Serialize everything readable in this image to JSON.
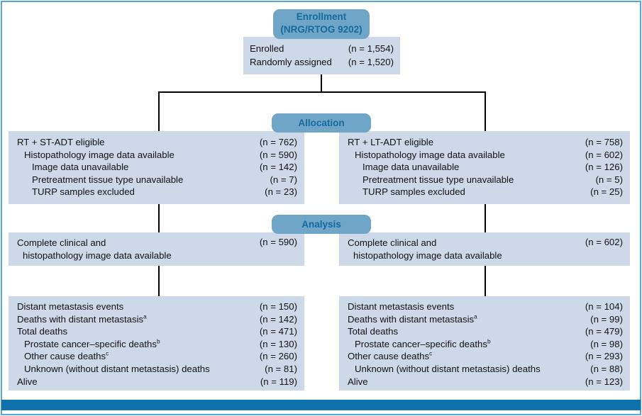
{
  "colors": {
    "header_fill": "#6FA6C7",
    "header_text": "#156A9E",
    "box_fill": "#CDD9E8",
    "body_text": "#111111",
    "connector_line": "#000000",
    "bottom_bar": "#0F72AD",
    "frame_border": "#55A8DB"
  },
  "enrollment": {
    "header_line1": "Enrollment",
    "header_line2": "(NRG/RTOG 9202)",
    "rows": [
      {
        "label": "Enrolled",
        "value": "(n = 1,554)"
      },
      {
        "label": "Randomly assigned",
        "value": "(n = 1,520)"
      }
    ]
  },
  "allocation": {
    "header": "Allocation",
    "left": {
      "rows": [
        {
          "label": "RT + ST-ADT eligible",
          "value": "(n = 762)"
        },
        {
          "label": "Histopathology image data available",
          "value": "(n = 590)"
        },
        {
          "label": "Image data unavailable",
          "value": "(n = 142)"
        },
        {
          "label": "Pretreatment tissue type unavailable",
          "value": "(n = 7)"
        },
        {
          "label": "TURP samples excluded",
          "value": "(n = 23)"
        }
      ]
    },
    "right": {
      "rows": [
        {
          "label": "RT + LT-ADT eligible",
          "value": "(n = 758)"
        },
        {
          "label": "Histopathology image data available",
          "value": "(n = 602)"
        },
        {
          "label": "Image data unavailable",
          "value": "(n = 126)"
        },
        {
          "label": "Pretreatment tissue type unavailable",
          "value": "(n = 5)"
        },
        {
          "label": "TURP samples excluded",
          "value": "(n = 25)"
        }
      ]
    }
  },
  "analysis": {
    "header": "Analysis",
    "left": {
      "line1": "Complete clinical and",
      "line2": "histopathology image data available",
      "value": "(n = 590)"
    },
    "right": {
      "line1": "Complete clinical and",
      "line2": "histopathology image data available",
      "value": "(n = 602)"
    }
  },
  "outcomes": {
    "left": {
      "rows": [
        {
          "label": "Distant metastasis events",
          "value": "(n = 150)"
        },
        {
          "label": "Deaths with distant metastasis",
          "sup": "a",
          "value": "(n = 142)"
        },
        {
          "label": "Total deaths",
          "value": "(n = 471)"
        },
        {
          "label": "Prostate cancer–specific deaths",
          "sup": "b",
          "value": "(n = 130)"
        },
        {
          "label": "Other cause deaths",
          "sup": "c",
          "value": "(n = 260)"
        },
        {
          "label": "Unknown (without distant metastasis) deaths",
          "value": "(n = 81)"
        },
        {
          "label": "Alive",
          "value": "(n = 119)"
        }
      ]
    },
    "right": {
      "rows": [
        {
          "label": "Distant metastasis events",
          "value": "(n = 104)"
        },
        {
          "label": "Deaths with distant metastasis",
          "sup": "a",
          "value": "(n = 99)"
        },
        {
          "label": "Total deaths",
          "value": "(n = 479)"
        },
        {
          "label": "Prostate cancer–specific deaths",
          "sup": "b",
          "value": "(n = 98)"
        },
        {
          "label": "Other cause deaths",
          "sup": "c",
          "value": "(n = 293)"
        },
        {
          "label": "Unknown (without distant metastasis) deaths",
          "value": "(n = 88)"
        },
        {
          "label": "Alive",
          "value": "(n = 123)"
        }
      ]
    }
  }
}
